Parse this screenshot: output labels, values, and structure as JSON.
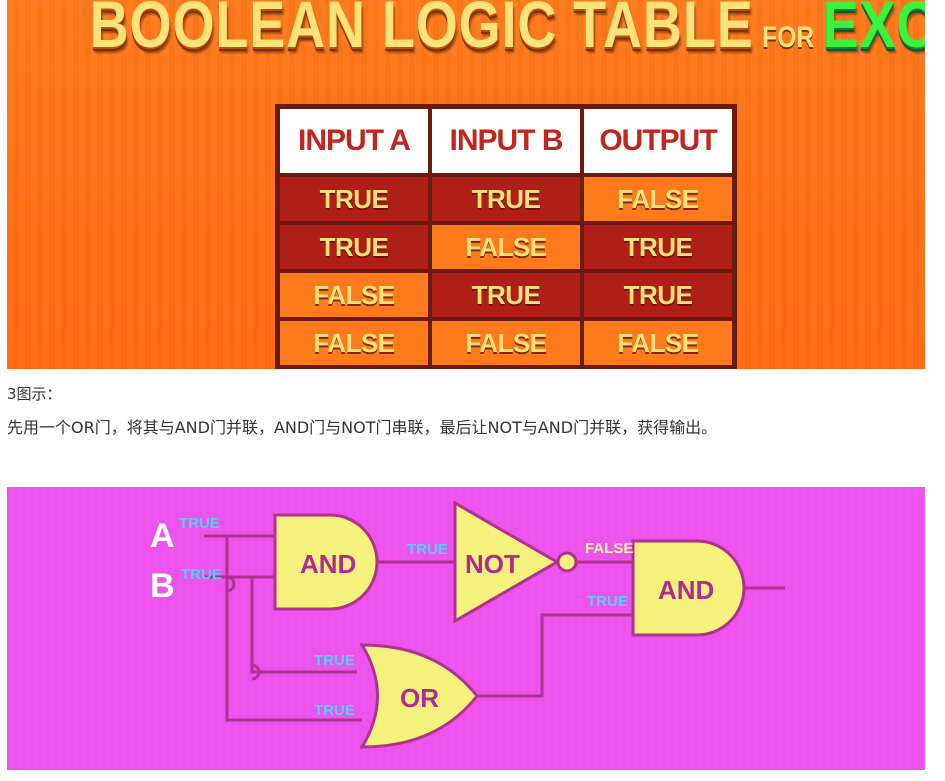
{
  "top_figure": {
    "title_part1": "BOOLEAN LOGIC TABLE",
    "title_part2": "FOR",
    "title_part3": "EXCLUSIVE OR",
    "table": {
      "headers": [
        "INPUT A",
        "INPUT B",
        "OUTPUT"
      ],
      "rows": [
        [
          "TRUE",
          "TRUE",
          "FALSE"
        ],
        [
          "TRUE",
          "FALSE",
          "TRUE"
        ],
        [
          "FALSE",
          "TRUE",
          "TRUE"
        ],
        [
          "FALSE",
          "FALSE",
          "FALSE"
        ]
      ]
    },
    "colors": {
      "background": "#ff7a1a",
      "true_cell": "#b01f17",
      "false_cell": "#ff7a1a",
      "header_text": "#c0261d",
      "exclusive_or": "#3cf23c"
    }
  },
  "caption": "3图示：",
  "description": "先用一个OR门，将其与AND门并联，AND门与NOT门串联，最后让NOT与AND门并联，获得输出。",
  "circuit": {
    "inputs": [
      "A",
      "B"
    ],
    "gates": {
      "and1": "AND",
      "not": "NOT",
      "and2": "AND",
      "or": "OR"
    },
    "signals": {
      "a_in": "TRUE",
      "b_in": "TRUE",
      "and1_out": "TRUE",
      "not_out": "FALSE",
      "or_out_to_and2": "TRUE",
      "or_in_top": "TRUE",
      "or_in_bottom": "TRUE"
    },
    "colors": {
      "background": "#ee55ee",
      "gate_fill": "#f4f27c",
      "wire": "#b0328f",
      "signal_true": "#4fd3f0",
      "signal_false": "#f6f3a8"
    }
  }
}
